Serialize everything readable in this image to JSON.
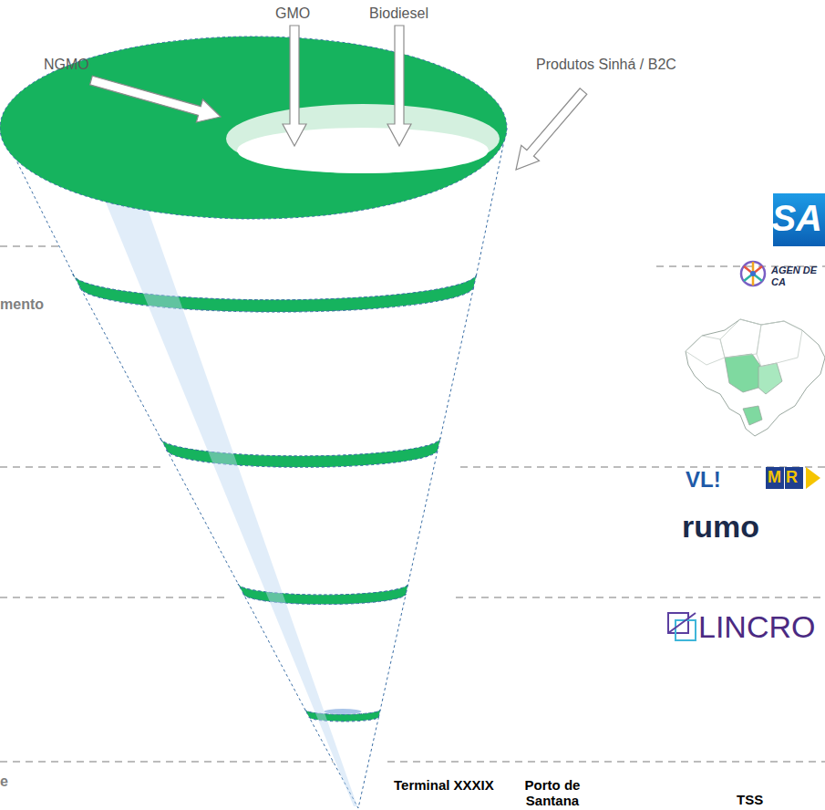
{
  "diagram": {
    "labels": [
      "NGMO",
      "GMO",
      "Biodiesel",
      "Produtos Sinhá / B2C",
      "SA",
      "AGEN DE CA",
      "mento",
      "VL!",
      "MR",
      "rumo",
      "LINCRO",
      "Terminal XXXIX",
      "Porto de Santana",
      "TSS",
      "e"
    ]
  }
}
